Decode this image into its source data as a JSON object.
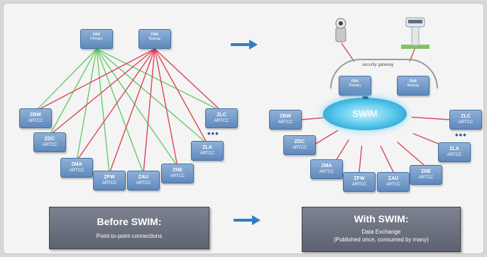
{
  "before": {
    "top_nodes": [
      {
        "line1": "FAA",
        "line2": "Primary"
      },
      {
        "line1": "FAA",
        "line2": "Backup"
      }
    ],
    "nodes": [
      {
        "line1": "ZBW",
        "line2": "ARTCC"
      },
      {
        "line1": "ZDC",
        "line2": "ARTCC"
      },
      {
        "line1": "ZMA",
        "line2": "ARTCC"
      },
      {
        "line1": "ZFW",
        "line2": "ARTCC"
      },
      {
        "line1": "ZAU",
        "line2": "ARTCC"
      },
      {
        "line1": "ZNE",
        "line2": "ARTCC"
      },
      {
        "line1": "ZLA",
        "line2": "ARTCC"
      },
      {
        "line1": "ZLC",
        "line2": "ARTCC"
      }
    ],
    "ellipsis": "•••",
    "panel_title": "Before SWIM:",
    "panel_subtitle": "Point-to-point connections"
  },
  "after": {
    "gateway_label": "security gateway",
    "top_nodes": [
      {
        "line1": "FAA",
        "line2": "Primary"
      },
      {
        "line1": "FAA",
        "line2": "Backup"
      }
    ],
    "hub_label": "SWIM",
    "nodes": [
      {
        "line1": "ZBW",
        "line2": "ARTCC"
      },
      {
        "line1": "ZDC",
        "line2": "ARTCC"
      },
      {
        "line1": "ZMA",
        "line2": "ARTCC"
      },
      {
        "line1": "ZFW",
        "line2": "ARTCC"
      },
      {
        "line1": "ZAU",
        "line2": "ARTCC"
      },
      {
        "line1": "ZNE",
        "line2": "ARTCC"
      },
      {
        "line1": "ZLA",
        "line2": "ARTCC"
      },
      {
        "line1": "ZLC",
        "line2": "ARTCC"
      }
    ],
    "ellipsis": "•••",
    "panel_title": "With SWIM:",
    "panel_line1": "Data Exchange",
    "panel_line2": "(Published once, consumed by many)"
  },
  "colors": {
    "green_lines": "#66cc66",
    "red_lines": "#d9475a",
    "arrow": "#2f7fc4"
  }
}
